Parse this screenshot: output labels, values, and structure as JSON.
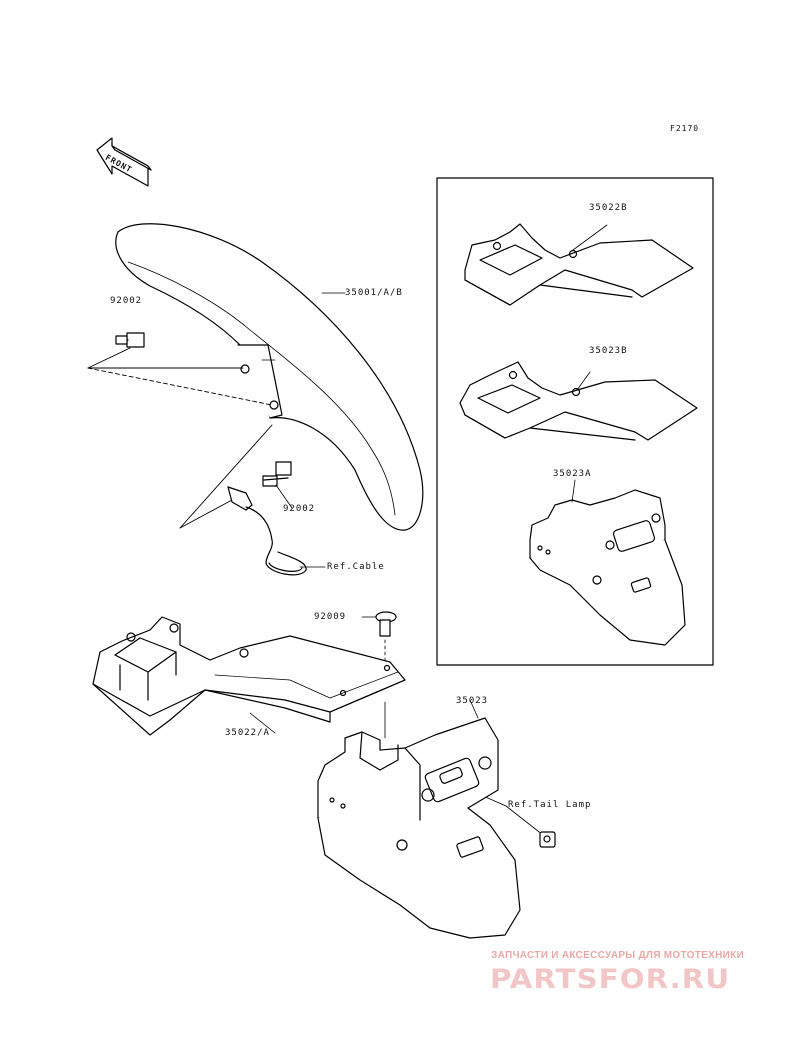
{
  "diagram": {
    "code": "F2170",
    "front_arrow": "FRONT",
    "labels": {
      "p35001": "35001/A/B",
      "p92002_top": "92002",
      "p92002_bottom": "92002",
      "ref_cable": "Ref.Cable",
      "p92009": "92009",
      "p35022a": "35022/A",
      "p35023": "35023",
      "ref_tail_lamp": "Ref.Tail Lamp",
      "p35022b": "35022B",
      "p35023b": "35023B",
      "p35023a": "35023A"
    }
  },
  "watermark": {
    "tagline": "ЗАПЧАСТИ И АКСЕССУАРЫ ДЛЯ МОТОТЕХНИКИ",
    "logo": "PARTSFOR.RU"
  }
}
